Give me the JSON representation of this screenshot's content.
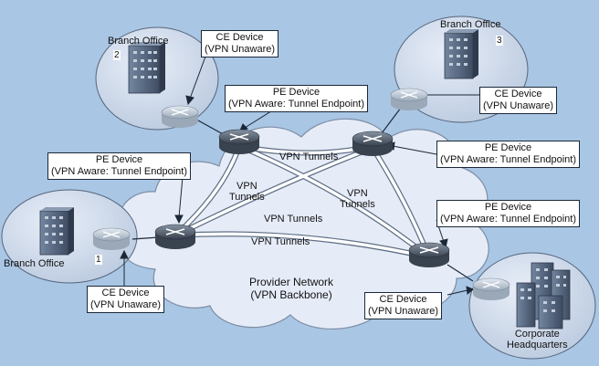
{
  "sites": [
    {
      "name": "Branch Office",
      "number": "1"
    },
    {
      "name": "Branch Office",
      "number": "2"
    },
    {
      "name": "Branch Office",
      "number": "3"
    },
    {
      "name": "Corporate Headquarters"
    }
  ],
  "labels": {
    "ce_unaware": [
      "CE Device",
      "(VPN Unaware)"
    ],
    "pe_aware": [
      "PE Device",
      "(VPN Aware: Tunnel Endpoint)"
    ]
  },
  "tunnels": {
    "label": "VPN Tunnels",
    "split": [
      "VPN",
      "Tunnels"
    ]
  },
  "provider": [
    "Provider Network",
    "(VPN Backbone)"
  ],
  "colors": {
    "background": "#a9c6e4",
    "cloud": "#e6ecf7",
    "router": "#5d6877",
    "router_ce": "#c9d3de",
    "building": "#5a6c86"
  }
}
